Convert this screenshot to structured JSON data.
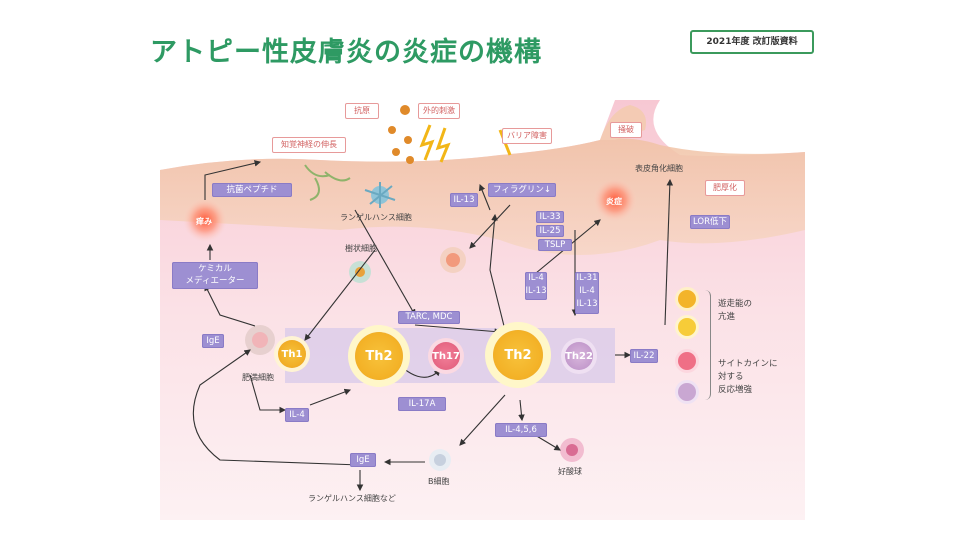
{
  "title": "アトピー性皮膚炎の炎症の機構",
  "badge": "2021年度 改訂版資料",
  "top_labels": {
    "antigen": "抗原",
    "external": "外的刺激",
    "barrier": "バリア障害",
    "scratch": "掻破",
    "itch_nerve": "知覚神経の伸長",
    "keratin": "表皮角化細胞",
    "thickening": "肥厚化"
  },
  "boxes": {
    "antimicrobial": "抗菌ペプチド",
    "il13_top": "IL-13",
    "filaggrin": "フィラグリン↓",
    "il33": "IL-33",
    "il25": "IL-25",
    "tslp": "TSLP",
    "chem_mediator": "ケミカル\nメディエーター",
    "tarc": "TARC, MDC",
    "il4_il13_a": "IL-4\nIL-13",
    "il31_group": "IL-31\nIL-4\nIL-13",
    "loricrin": "LOR低下",
    "ige": "IgE",
    "il22": "IL-22",
    "il4": "IL-4",
    "il17a": "IL-17A",
    "il456": "IL-4,5,6",
    "ige_bottom": "IgE"
  },
  "cells": {
    "th1": "Th1",
    "th2_main": "Th2",
    "th17": "Th17",
    "th2_big": "Th2",
    "th22": "Th22"
  },
  "labels": {
    "langerhans": "ランゲルハンス細胞",
    "dendritic": "樹状細胞",
    "mast": "肥満細胞",
    "itch": "痒み",
    "inflammation": "炎症",
    "bcell": "B細胞",
    "eosinophil": "好酸球",
    "bottom": "ランゲルハンス細胞など"
  },
  "legend": [
    {
      "text": "遊走能の\n亢進",
      "color": "#f3b42a"
    },
    {
      "text": "",
      "color": "#f7cc38"
    },
    {
      "text": "サイトカインに\n対する\n反応増強",
      "color": "#ef6f86"
    },
    {
      "text": "",
      "color": "#c9a7d2"
    }
  ],
  "colors": {
    "title": "#2e9a63",
    "skin_top": "#f3c9ae",
    "dermis": "#fbe3e6",
    "box": "#9d8fd2",
    "th2": "#f5b01f"
  }
}
